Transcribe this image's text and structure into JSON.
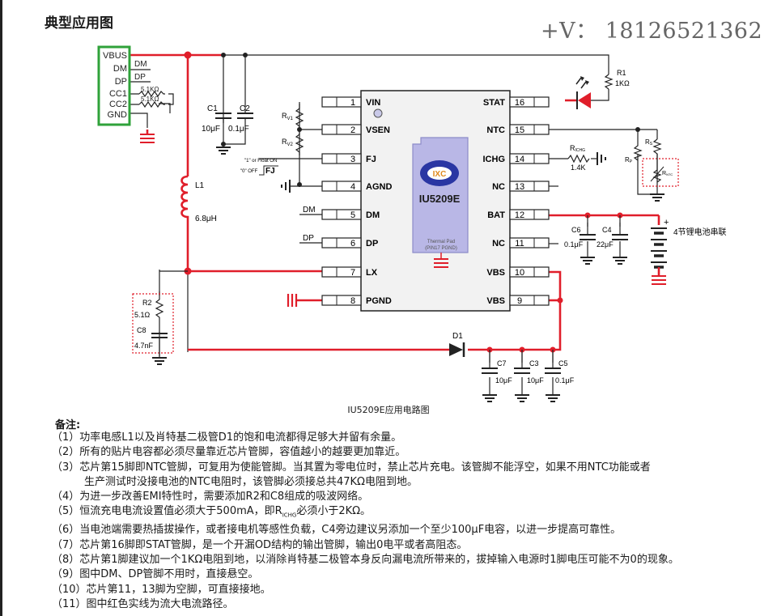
{
  "title": "典型应用图",
  "contact": "+V： 18126521362",
  "chip": {
    "name": "IU5209E",
    "logo": "IXC",
    "thermal_pad": [
      "Thermal Pad",
      "(PIN17 PGND)"
    ],
    "left_pins": [
      {
        "num": "1",
        "name": "VIN"
      },
      {
        "num": "2",
        "name": "VSEN"
      },
      {
        "num": "3",
        "name": "FJ"
      },
      {
        "num": "4",
        "name": "AGND"
      },
      {
        "num": "5",
        "name": "DM"
      },
      {
        "num": "6",
        "name": "DP"
      },
      {
        "num": "7",
        "name": "LX"
      },
      {
        "num": "8",
        "name": "PGND"
      }
    ],
    "right_pins": [
      {
        "num": "16",
        "name": "STAT"
      },
      {
        "num": "15",
        "name": "NTC"
      },
      {
        "num": "14",
        "name": "ICHG"
      },
      {
        "num": "13",
        "name": "NC"
      },
      {
        "num": "12",
        "name": "BAT"
      },
      {
        "num": "11",
        "name": "NC"
      },
      {
        "num": "10",
        "name": "VBS"
      },
      {
        "num": "9",
        "name": "VBS"
      }
    ]
  },
  "connector": {
    "pins": [
      "VBUS",
      "DM",
      "DP",
      "CC1",
      "CC2",
      "GND"
    ],
    "cc_resistors": [
      "5.1KΩ",
      "5.1KΩ"
    ]
  },
  "labels": {
    "c1": "C1",
    "c1_val": "10μF",
    "c2": "C2",
    "c2_val": "0.1μF",
    "rv1": "R",
    "rv1_sub": "V1",
    "rv2": "R",
    "rv2_sub": "V2",
    "fj_note": "\"1\" or Float ON",
    "fj_off": "\"0\" OFF",
    "fj": "FJ",
    "l1": "L1",
    "l1_val": "6.8μH",
    "dm": "DM",
    "dp": "DP",
    "conn_dm": "DM",
    "conn_dp": "DP",
    "r2": "R2",
    "r2_val": "5.1Ω",
    "c8": "C8",
    "c8_val": "4.7nF",
    "r1": "R1",
    "r1_val": "1KΩ",
    "richg": "R",
    "richg_sub": "ICHG",
    "richg_val": "1.4K",
    "rs": "R",
    "rs_sub": "S",
    "rp": "R",
    "rp_sub": "P",
    "rntc": "R",
    "rntc_sub": "NTC",
    "c6": "C6",
    "c6_val": "0.1μF",
    "c4": "C4",
    "c4_val": "22μF",
    "battery": "4节锂电池串联",
    "plus": "+",
    "d1": "D1",
    "c7": "C7",
    "c7_val": "10μF",
    "c3": "C3",
    "c3_val": "10μF",
    "c5": "C5",
    "c5_val": "0.1μF"
  },
  "caption": "IU5209E应用电路图",
  "notes_title": "备注:",
  "notes": [
    "（1）功率电感L1以及肖特基二极管D1的饱和电流都得足够大并留有余量。",
    "（2）所有的贴片电容都必须尽量靠近芯片管脚，容值越小的越要更加靠近。",
    "（3）芯片第15脚即NTC管脚，可复用为使能管脚。当其置为零电位时，禁止芯片充电。该管脚不能浮空，如果不用NTC功能或者",
    "生产测试时没接电池的NTC电阻时，该管脚必须接总共47KΩ电阻到地。",
    "（4）为进一步改善EMI特性时，需要添加R2和C8组成的吸波网络。",
    "（5）恒流充电电流设置值必须大于500mA，即R",
    "（6）当电池端需要热插拔操作，或者接电机等感性负载，C4旁边建议另添加一个至少100μF电容，以进一步提高可靠性。",
    "（7）芯片第16脚即STAT管脚，是一个开漏OD结构的输出管脚，输出0电平或者高阻态。",
    "（8）芯片第1脚建议加一个1KΩ电阻到地，以消除肖特基二极管本身反向漏电流所带来的，拔掉输入电源时1脚电压可能不为0的现象。",
    "（9）图中DM、DP管脚不用时，直接悬空。",
    "（10）芯片第11，13脚为空脚，可直接接地。",
    "（11）图中红色实线为流大电流路径。"
  ],
  "note5_sub": "ICHG",
  "note5_tail": "必须小于2KΩ。",
  "colors": {
    "power": "#e01e2a",
    "wire": "#222222",
    "connector": "#2fa23a",
    "chip_body": "#f2f2f2",
    "chip_center": "#b9b7e6"
  }
}
